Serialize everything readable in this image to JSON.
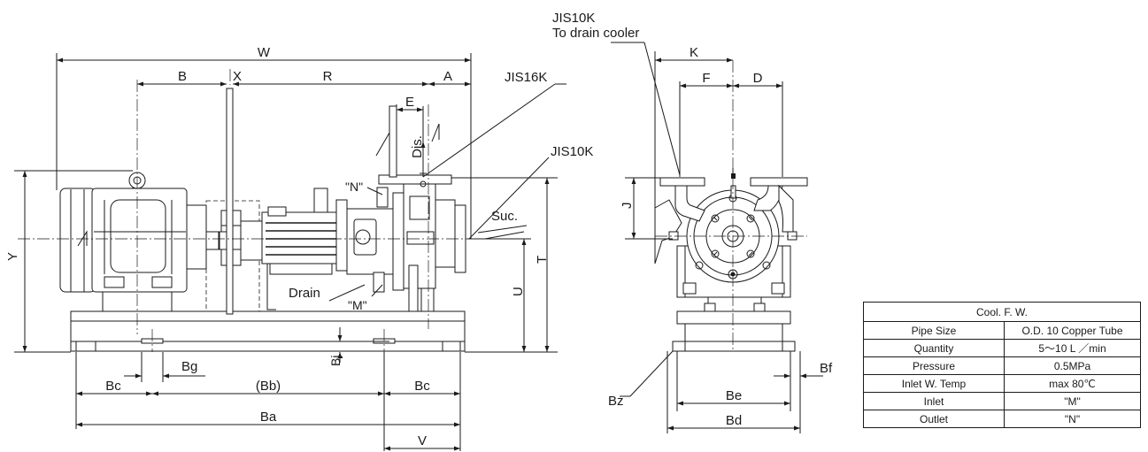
{
  "drawing": {
    "front_labels": {
      "W": "W",
      "B": "B",
      "X": "X",
      "R": "R",
      "A": "A",
      "E": "E",
      "dis": "Dis.",
      "suc": "Suc.",
      "n": "\"N\"",
      "m": "\"M\"",
      "drain": "Drain",
      "jis16k": "JIS16K",
      "jis10k": "JIS10K",
      "Y": "Y",
      "T": "T",
      "U": "U",
      "Bj": "Bj",
      "Bg": "Bg",
      "Bc_left": "Bc",
      "Bb": "(Bb)",
      "Bc_right": "Bc",
      "Ba": "Ba",
      "V": "V"
    },
    "side_labels": {
      "jis10k": "JIS10K",
      "to_drain_cooler": "To drain cooler",
      "K": "K",
      "F": "F",
      "D": "D",
      "J": "J",
      "Bf": "Bf",
      "Bz": "Bz",
      "Be": "Be",
      "Bd": "Bd"
    }
  },
  "cooling_table": {
    "title": "Cool. F. W.",
    "rows": [
      {
        "label": "Pipe Size",
        "value": "O.D. 10 Copper Tube"
      },
      {
        "label": "Quantity",
        "value": "5～10 L ／min"
      },
      {
        "label": "Pressure",
        "value": "0.5MPa"
      },
      {
        "label": "Inlet W. Temp",
        "value": "max 80℃"
      },
      {
        "label": "Inlet",
        "value": "\"M\""
      },
      {
        "label": "Outlet",
        "value": "\"N\""
      }
    ]
  }
}
